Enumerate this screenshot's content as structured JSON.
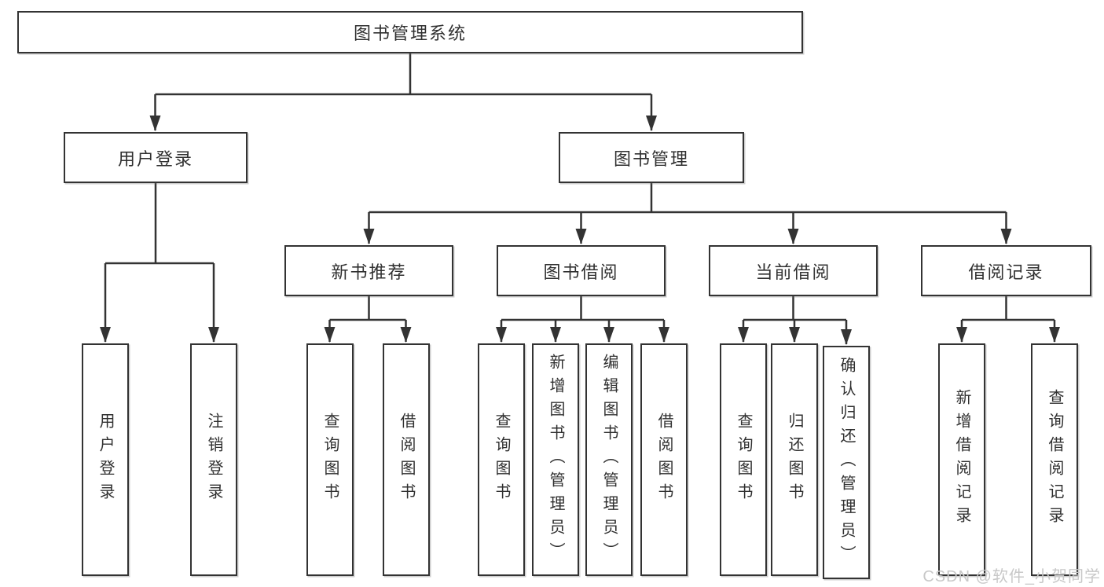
{
  "diagram": {
    "root": {
      "label": "图书管理系统"
    },
    "branches": [
      {
        "label": "用户登录",
        "children": [
          {
            "label": "用户登录"
          },
          {
            "label": "注销登录"
          }
        ]
      },
      {
        "label": "图书管理",
        "children": [
          {
            "label": "新书推荐",
            "children": [
              {
                "label": "查询图书"
              },
              {
                "label": "借阅图书"
              }
            ]
          },
          {
            "label": "图书借阅",
            "children": [
              {
                "label": "查询图书"
              },
              {
                "label": "新增图书（管理员）"
              },
              {
                "label": "编辑图书（管理员）"
              },
              {
                "label": "借阅图书"
              }
            ]
          },
          {
            "label": "当前借阅",
            "children": [
              {
                "label": "查询图书"
              },
              {
                "label": "归还图书"
              },
              {
                "label": "确认归还（管理员）"
              }
            ]
          },
          {
            "label": "借阅记录",
            "children": [
              {
                "label": "新增借阅记录"
              },
              {
                "label": "查询借阅记录"
              }
            ]
          }
        ]
      }
    ]
  },
  "watermark": {
    "text": "CSDN @软件_小贺同学"
  },
  "colors": {
    "line": "#333333",
    "box_border": "#333333",
    "text": "#303030",
    "watermark": "#c8c8c8",
    "background": "#ffffff"
  }
}
